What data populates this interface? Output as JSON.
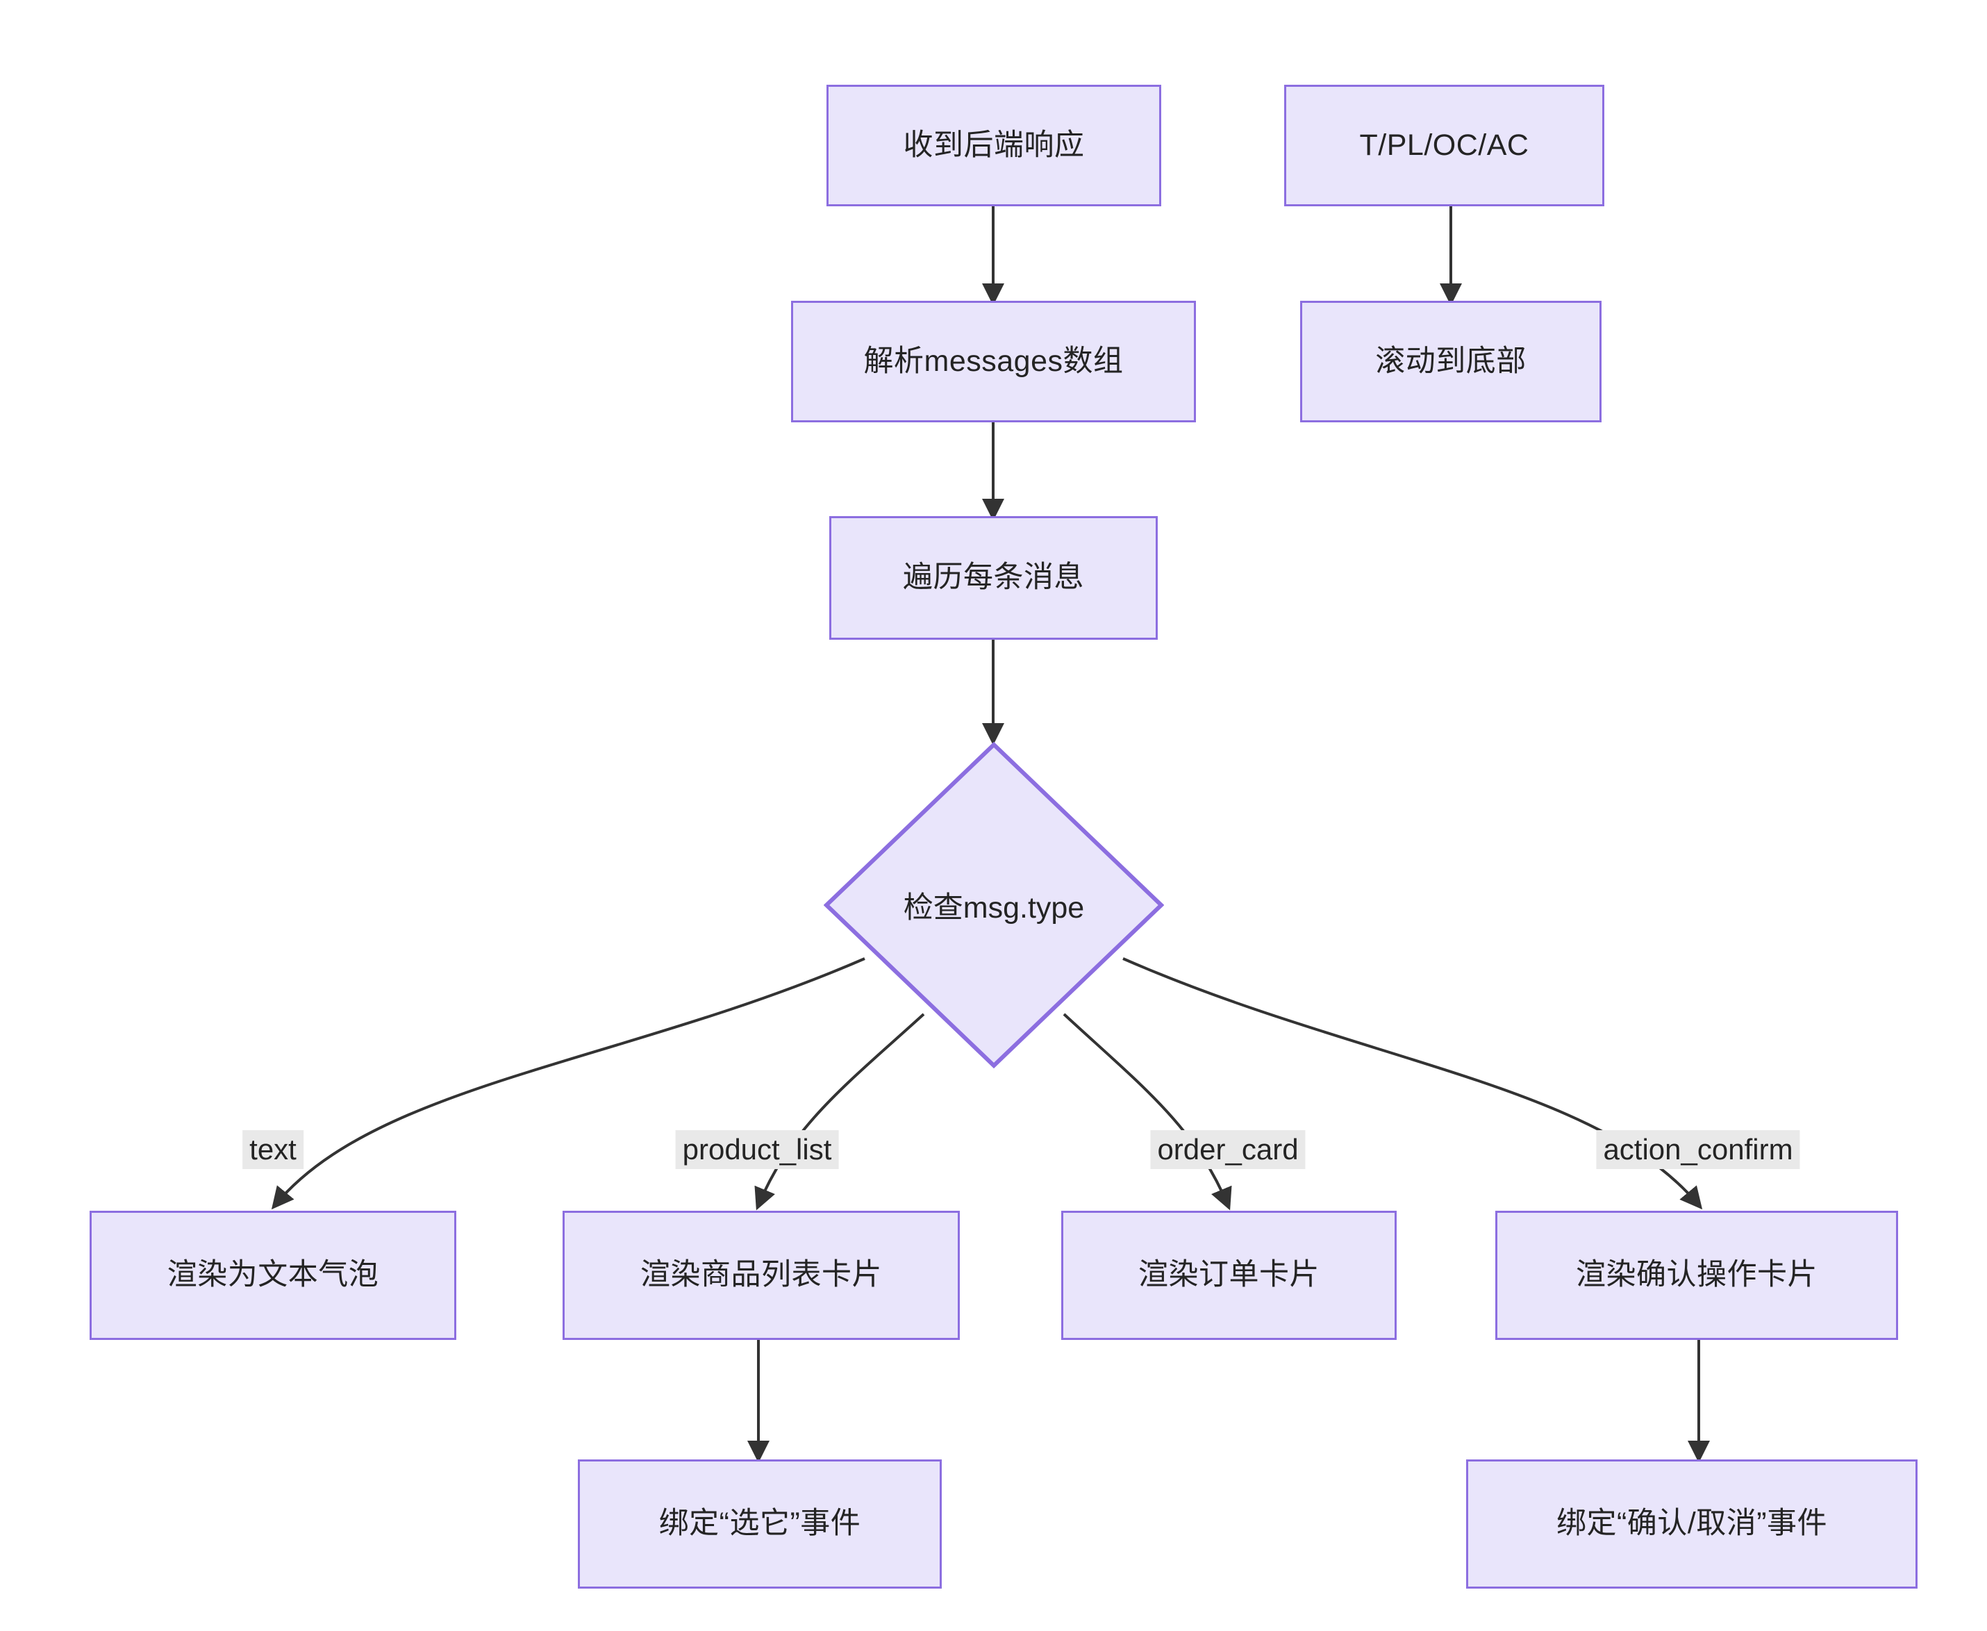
{
  "diagram": {
    "type": "flowchart",
    "direction": "top-down",
    "theme": {
      "node_fill": "#e9e5fb",
      "node_border": "#8c6ee0",
      "node_text": "#242424",
      "edge_stroke": "#333333",
      "edge_label_bg": "#e9e9e9",
      "background": "#ffffff"
    },
    "nodes": [
      {
        "id": "n1",
        "label": "收到后端响应",
        "shape": "rect"
      },
      {
        "id": "n2",
        "label": "T/PL/OC/AC",
        "shape": "rect"
      },
      {
        "id": "n3",
        "label": "解析messages数组",
        "shape": "rect"
      },
      {
        "id": "n4",
        "label": "滚动到底部",
        "shape": "rect"
      },
      {
        "id": "n5",
        "label": "遍历每条消息",
        "shape": "rect"
      },
      {
        "id": "n6",
        "label": "检查msg.type",
        "shape": "diamond"
      },
      {
        "id": "n7",
        "label": "渲染为文本气泡",
        "shape": "rect"
      },
      {
        "id": "n8",
        "label": "渲染商品列表卡片",
        "shape": "rect"
      },
      {
        "id": "n9",
        "label": "渲染订单卡片",
        "shape": "rect"
      },
      {
        "id": "n10",
        "label": "渲染确认操作卡片",
        "shape": "rect"
      },
      {
        "id": "n11",
        "label": "绑定“选它”事件",
        "shape": "rect"
      },
      {
        "id": "n12",
        "label": "绑定“确认/取消”事件",
        "shape": "rect"
      }
    ],
    "edges": [
      {
        "from": "n1",
        "to": "n3",
        "label": ""
      },
      {
        "from": "n2",
        "to": "n4",
        "label": ""
      },
      {
        "from": "n3",
        "to": "n5",
        "label": ""
      },
      {
        "from": "n5",
        "to": "n6",
        "label": ""
      },
      {
        "from": "n6",
        "to": "n7",
        "label": "text"
      },
      {
        "from": "n6",
        "to": "n8",
        "label": "product_list"
      },
      {
        "from": "n6",
        "to": "n9",
        "label": "order_card"
      },
      {
        "from": "n6",
        "to": "n10",
        "label": "action_confirm"
      },
      {
        "from": "n8",
        "to": "n11",
        "label": ""
      },
      {
        "from": "n10",
        "to": "n12",
        "label": ""
      }
    ],
    "edge_labels": {
      "text": "text",
      "product_list": "product_list",
      "order_card": "order_card",
      "action_confirm": "action_confirm"
    }
  }
}
